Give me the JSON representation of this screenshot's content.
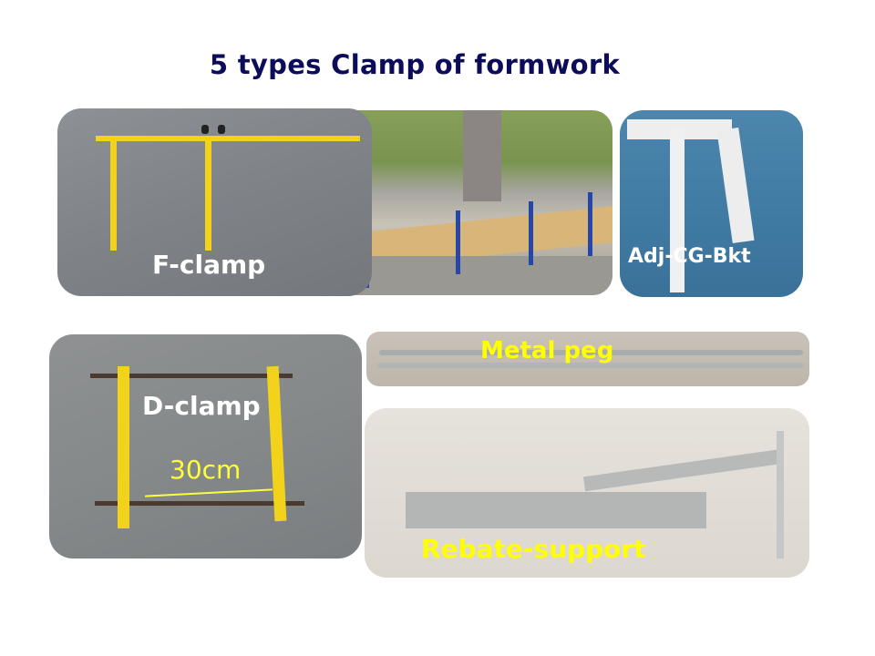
{
  "title": "5 types Clamp of formwork",
  "colors": {
    "title": "#0c0c5a",
    "label_white": "#ffffff",
    "label_yellow": "#ffff00",
    "clamp_yellow": "#f2d21a",
    "bracket_blue": "#2846a8"
  },
  "panels": {
    "f_clamp": {
      "label": "F-clamp"
    },
    "site_photo": {
      "label": ""
    },
    "adj_cg_bkt": {
      "label": "Adj-CG-Bkt"
    },
    "d_clamp": {
      "label": "D-clamp",
      "dimension": "30cm"
    },
    "metal_peg": {
      "label": "Metal peg"
    },
    "rebate_support": {
      "label": "Rebate-support"
    }
  }
}
